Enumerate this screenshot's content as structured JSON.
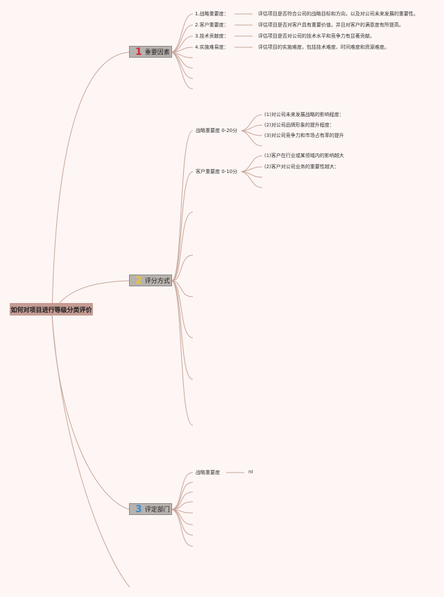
{
  "root": {
    "label": "如何对项目进行等级分类评价"
  },
  "branches": [
    {
      "number": "1",
      "number_color": "#d02a3a",
      "label": "重要因素",
      "items": [
        {
          "label": "1.战略重要度：",
          "note": "评估项目是否符合公司的战略目标和方向，以及对公司未来发展的重要性。"
        },
        {
          "label": "2.客户重要度：",
          "note": "评估项目是否对客户具有重要价值，并且对客户的满意度有所提高。"
        },
        {
          "label": "3.技术贡献度：",
          "note": "评估项目是否对公司的技术水平和竞争力有显著贡献。"
        },
        {
          "label": "4.实施难易度：",
          "note": "评估项目的实施难度，包括技术难度、时间难度和资源难度。"
        }
      ]
    },
    {
      "number": "2",
      "number_color": "#e6c43a",
      "label": "评分方式",
      "items": [
        {
          "label": "战略重要度 0-20分",
          "subs": [
            "(1)对公司未来发展战略的影响程度：",
            "(2)对公司品牌形象的提升程度：",
            "(3)对公司竞争力和市场占有率的提升"
          ]
        },
        {
          "label": "客户重要度 0-10分",
          "subs": [
            "(1)客户在行业或某领域内的影响越大",
            "(2)客户对公司业务的重要性越大："
          ]
        }
      ]
    },
    {
      "number": "3",
      "number_color": "#3a8fd0",
      "label": "评定部门",
      "items": [
        {
          "label": "战略重要度",
          "note": "nI"
        }
      ]
    }
  ]
}
